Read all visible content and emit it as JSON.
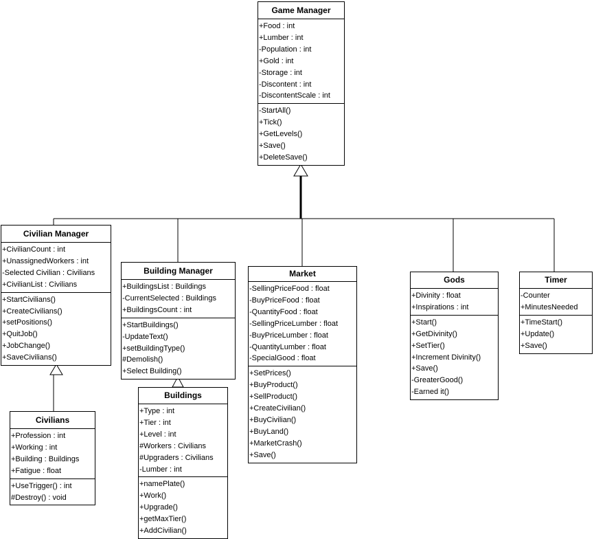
{
  "classes": {
    "game_manager": {
      "name": "Game Manager",
      "attributes": [
        "+Food  : int",
        "+Lumber : int",
        "-Population : int",
        "+Gold : int",
        "-Storage : int",
        "-Discontent : int",
        "-DiscontentScale : int"
      ],
      "operations": [
        "-StartAll()",
        "+Tick()",
        "+GetLevels()",
        "+Save()",
        "+DeleteSave()"
      ]
    },
    "civilian_manager": {
      "name": "Civilian Manager",
      "attributes": [
        "+CivilianCount : int",
        "+UnassignedWorkers : int",
        "-Selected Civilian : Civilians",
        "+CivilianList : Civilians"
      ],
      "operations": [
        "+StartCivilians()",
        "+CreateCivilians()",
        "+setPositions()",
        "+QuitJob()",
        "+JobChange()",
        "+SaveCivilians()"
      ]
    },
    "building_manager": {
      "name": "Building Manager",
      "attributes": [
        "+BuildingsList : Buildings",
        "-CurrentSelected : Buildings",
        "+BuildingsCount : int"
      ],
      "operations": [
        "+StartBuildings()",
        "-UpdateText()",
        "+setBuildingType()",
        "#Demolish()",
        "+Select Building()"
      ]
    },
    "market": {
      "name": "Market",
      "attributes": [
        "-SellingPriceFood : float",
        "-BuyPriceFood : float",
        "-QuantityFood : float",
        "-SellingPriceLumber : float",
        "-BuyPriceLumber : float",
        "-QuantityLumber : float",
        "-SpecialGood : float"
      ],
      "operations": [
        "+SetPrices()",
        "+BuyProduct()",
        "+SellProduct()",
        "+CreateCivilian()",
        "+BuyCivilian()",
        "+BuyLand()",
        "+MarketCrash()",
        "+Save()"
      ]
    },
    "gods": {
      "name": "Gods",
      "attributes": [
        "+Divinity : float",
        "+Inspirations : int"
      ],
      "operations": [
        "+Start()",
        "+GetDivinity()",
        "+SetTier()",
        "+Increment Divinity()",
        "+Save()",
        "-GreaterGood()",
        "-Earned it()"
      ]
    },
    "timer": {
      "name": "Timer",
      "attributes": [
        "-Counter",
        "+MinutesNeeded"
      ],
      "operations": [
        "+TimeStart()",
        "+Update()",
        "+Save()"
      ]
    },
    "civilians": {
      "name": "Civilians",
      "attributes": [
        "+Profession : int",
        "+Working : int",
        "+Building : Buildings",
        "+Fatigue : float"
      ],
      "operations": [
        "+UseTrigger() : int",
        "#Destroy() : void"
      ]
    },
    "buildings": {
      "name": "Buildings",
      "attributes": [
        "+Type : int",
        "+Tier : int",
        "+Level : int",
        "#Workers : Civilians",
        "#Upgraders : Civilians",
        "-Lumber : int"
      ],
      "operations": [
        "+namePlate()",
        "+Work()",
        "+Upgrade()",
        "+getMaxTier()",
        "+AddCivilian()"
      ]
    }
  }
}
